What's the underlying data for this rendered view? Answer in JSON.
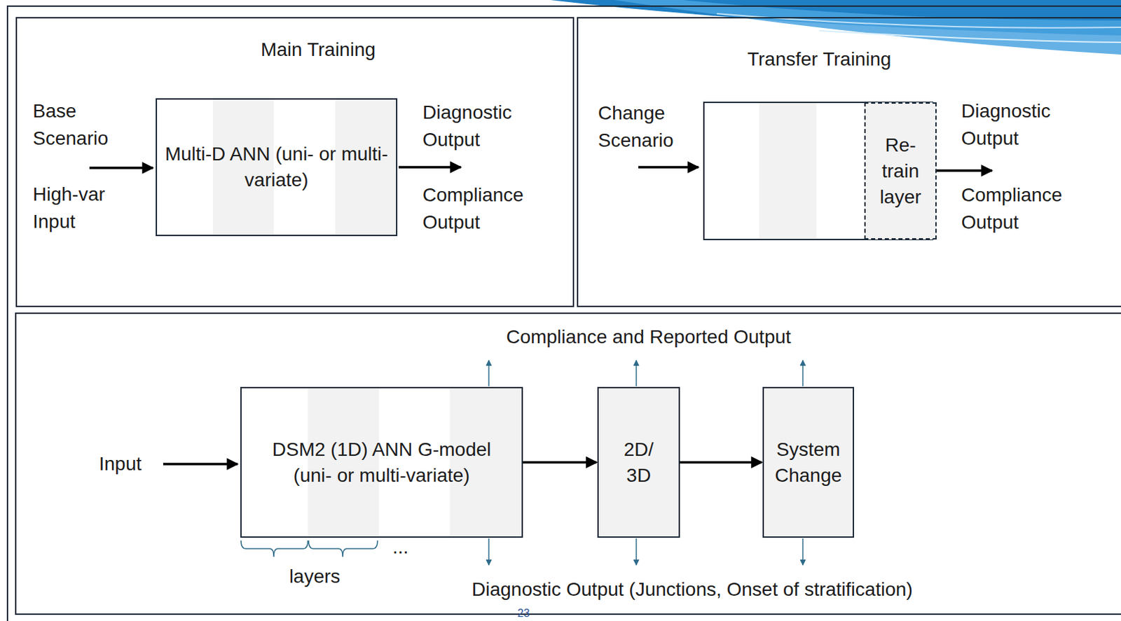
{
  "diagram": {
    "nodes": [
      {
        "text": [
          "Main Training"
        ]
      },
      {
        "text": [
          "Multi-D ANN (uni- or multi-variate)"
        ],
        "in": 0
      },
      {
        "text": [
          "Transfer Training"
        ]
      },
      {
        "text": [
          "Re- train layer"
        ],
        "in": 2
      },
      {
        "text": [
          "DSM2 (1D) ANN G-model (uni- or multi-variate)"
        ]
      },
      {
        "text": [
          "2D/ 3D"
        ]
      },
      {
        "text": [
          "System Change"
        ]
      }
    ],
    "edges": [
      {
        "from": 4,
        "to": 5,
        "arrow": "to"
      },
      {
        "from": 5,
        "to": 6,
        "arrow": "to"
      }
    ],
    "labels": [
      "Base Scenario",
      "High-var Input",
      "Diagnostic Output",
      "Compliance Output",
      "Change Scenario",
      "Diagnostic Output",
      "Compliance Output",
      "Input",
      "Compliance and Reported Output",
      "layers",
      "...",
      "Diagnostic Output (Junctions, Onset of stratification)",
      "23"
    ]
  }
}
